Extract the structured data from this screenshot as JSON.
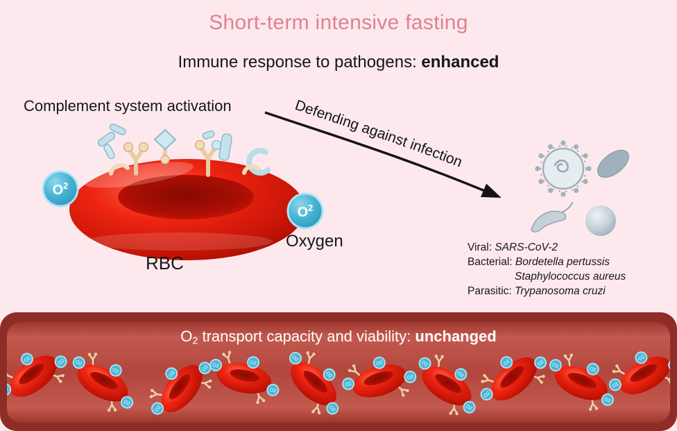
{
  "title": "Short-term intensive fasting",
  "subtitle": {
    "prefix": "Immune response to pathogens: ",
    "bold": "enhanced"
  },
  "labels": {
    "complement": "Complement system activation",
    "arrow": "Defending against infection",
    "oxygen": "Oxygen",
    "rbc": "RBC",
    "o2_base": "O",
    "o2_sup": "2",
    "o2_small": "O2"
  },
  "pathogens": {
    "viral_label": "Viral: ",
    "viral_name": "SARS-CoV-2",
    "bacterial_label": "Bacterial: ",
    "bacterial_name_1": "Bordetella pertussis",
    "bacterial_name_2": "Staphylococcus aureus",
    "parasitic_label": "Parasitic: ",
    "parasitic_name": "Trypanosoma cruzi"
  },
  "vessel": {
    "o2_base": "O",
    "o2_sub": "2",
    "text_mid": " transport capacity and viability: ",
    "text_bold": "unchanged"
  },
  "colors": {
    "background": "#fde9ed",
    "title_pink": "#e0818e",
    "rbc_red": "#d71505",
    "o2_blue": "#4ab5d5",
    "protein_blue": "#c3e2ec",
    "protein_tan": "#f2dcb8",
    "pathogen_gray": "#9fb2bc",
    "vessel_outer": "#8e2d26",
    "vessel_inner": "#bb4a41",
    "text_black": "#161616",
    "text_white": "#ffffff"
  }
}
